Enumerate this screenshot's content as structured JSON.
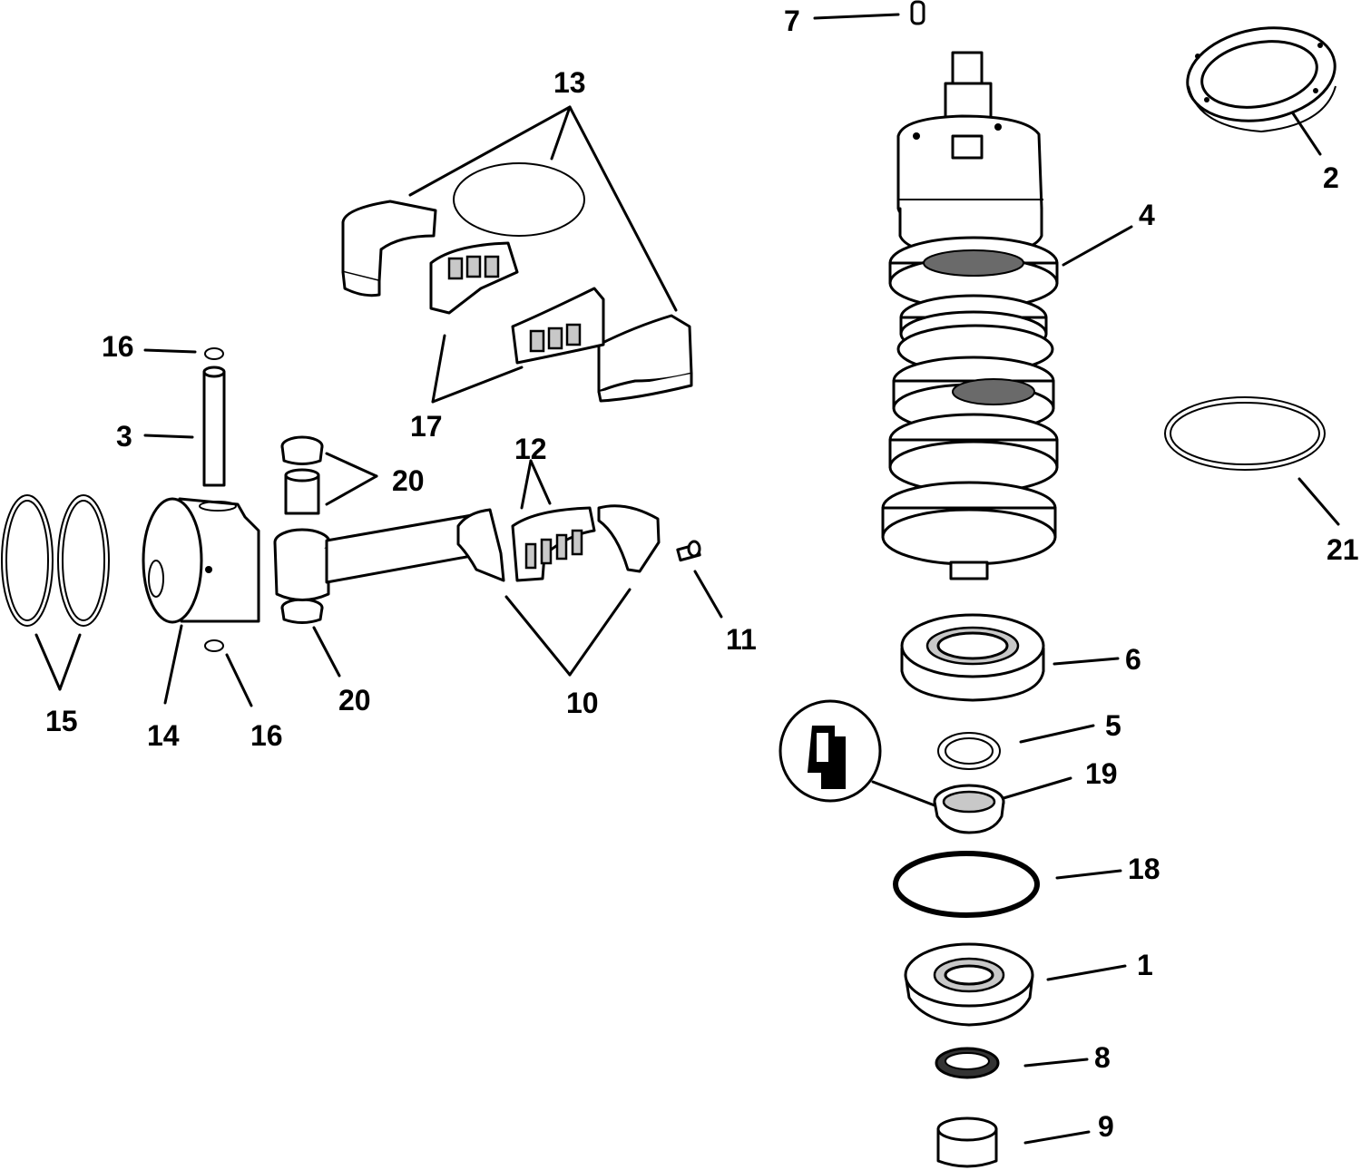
{
  "colors": {
    "line": "#000000",
    "background": "#ffffff",
    "shade": "#c8c8c8"
  },
  "callouts": {
    "c1": "1",
    "c2": "2",
    "c3": "3",
    "c4": "4",
    "c5": "5",
    "c6": "6",
    "c7": "7",
    "c8": "8",
    "c9": "9",
    "c10": "10",
    "c11": "11",
    "c12": "12",
    "c13": "13",
    "c14": "14",
    "c15": "15",
    "c16a": "16",
    "c16b": "16",
    "c17": "17",
    "c18": "18",
    "c19": "19",
    "c20a": "20",
    "c20b": "20",
    "c21": "21"
  }
}
